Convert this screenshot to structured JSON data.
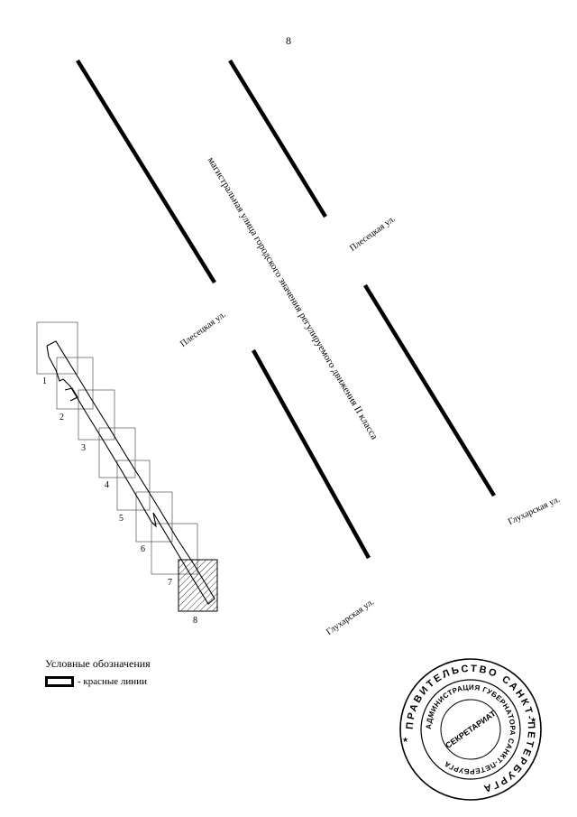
{
  "page_number": "8",
  "street_labels": {
    "main_road": "магистральная улица городского значения регулируемого движения II класса",
    "plesetskaya_left": "Плесецкая ул.",
    "plesetskaya_right": "Плесецкая ул.",
    "glukharskaya_left": "Глухарская ул.",
    "glukharskaya_right": "Глухарская ул."
  },
  "segments": [
    "1",
    "2",
    "3",
    "4",
    "5",
    "6",
    "7",
    "8"
  ],
  "legend": {
    "title": "Условные обозначения",
    "items": [
      {
        "symbol": "red-line-icon",
        "label": "- красные линии"
      }
    ]
  },
  "stamp": {
    "outer_ring_text": "ПРАВИТЕЛЬСТВО САНКТ-ПЕТЕРБУРГА",
    "inner_ring_text": "АДМИНИСТРАЦИЯ ГУБЕРНАТОРА САНКТ-ПЕТЕРБУРГА",
    "center_text": "СЕКРЕТАРИАТ"
  }
}
